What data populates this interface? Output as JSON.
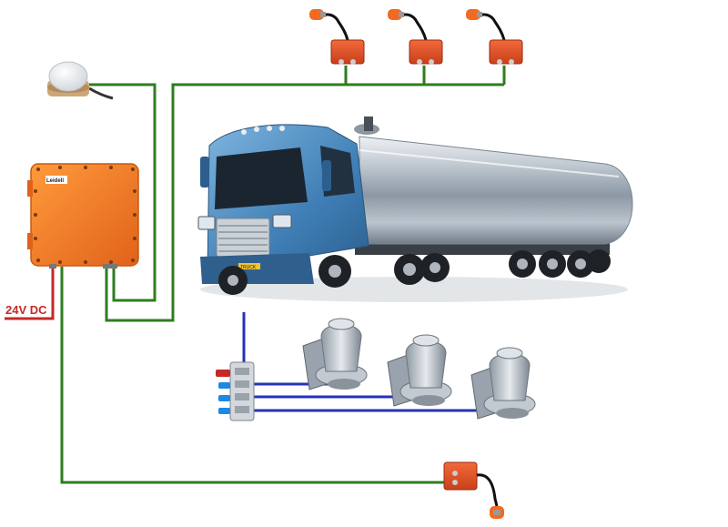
{
  "power_label": "24V DC",
  "controller_brand": "Leidell",
  "plate_text": "TRUCK",
  "colors": {
    "sensor_wire": "#2e7d1f",
    "power_wire": "#c62828",
    "valve_wire": "#2433b8",
    "controller": "#f07a1e",
    "junction": "#e8542a",
    "tank": "#b9c2cc",
    "cab": "#4d8fc4"
  },
  "icons": {
    "controller": "junction-box-icon",
    "gps": "gps-antenna-icon",
    "sensor": "proximity-sensor-icon",
    "valve": "pneumatic-valve-icon",
    "manifold": "solenoid-manifold-icon",
    "truck": "tanker-truck-icon"
  }
}
